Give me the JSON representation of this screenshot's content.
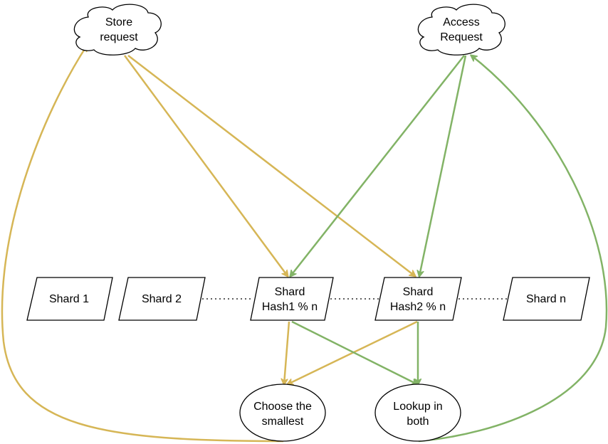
{
  "colors": {
    "store_flow": "#d6b656",
    "access_flow": "#82b366",
    "outline": "#000000",
    "background": "#ffffff"
  },
  "clouds": {
    "store": {
      "line1": "Store",
      "line2": "request"
    },
    "access": {
      "line1": "Access",
      "line2": "Request"
    }
  },
  "shards": {
    "shard1": "Shard 1",
    "shard2": "Shard 2",
    "hash1": {
      "line1": "Shard",
      "line2": "Hash1 % n"
    },
    "hash2": {
      "line1": "Shard",
      "line2": "Hash2 % n"
    },
    "shardn": "Shard n"
  },
  "outcomes": {
    "choose": {
      "line1": "Choose the",
      "line2": "smallest"
    },
    "lookup": {
      "line1": "Lookup in",
      "line2": "both"
    }
  }
}
